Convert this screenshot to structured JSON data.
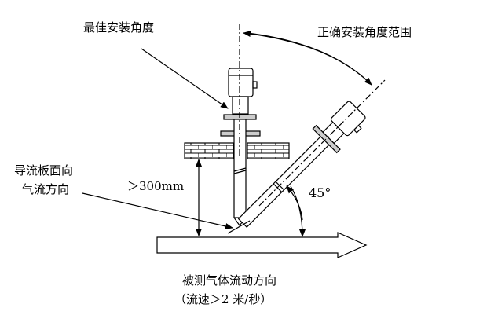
{
  "labels": {
    "best_angle": "最佳安装角度",
    "correct_range": "正确安装角度范围",
    "baffle_line1": "导流板面向",
    "baffle_line2": "气流方向",
    "distance": "＞300mm",
    "angle": "45°",
    "flow_line1": "被测气体流动方向",
    "flow_line2": "（流速＞2 米/秒）"
  },
  "colors": {
    "line": "#000000",
    "background": "#ffffff"
  }
}
